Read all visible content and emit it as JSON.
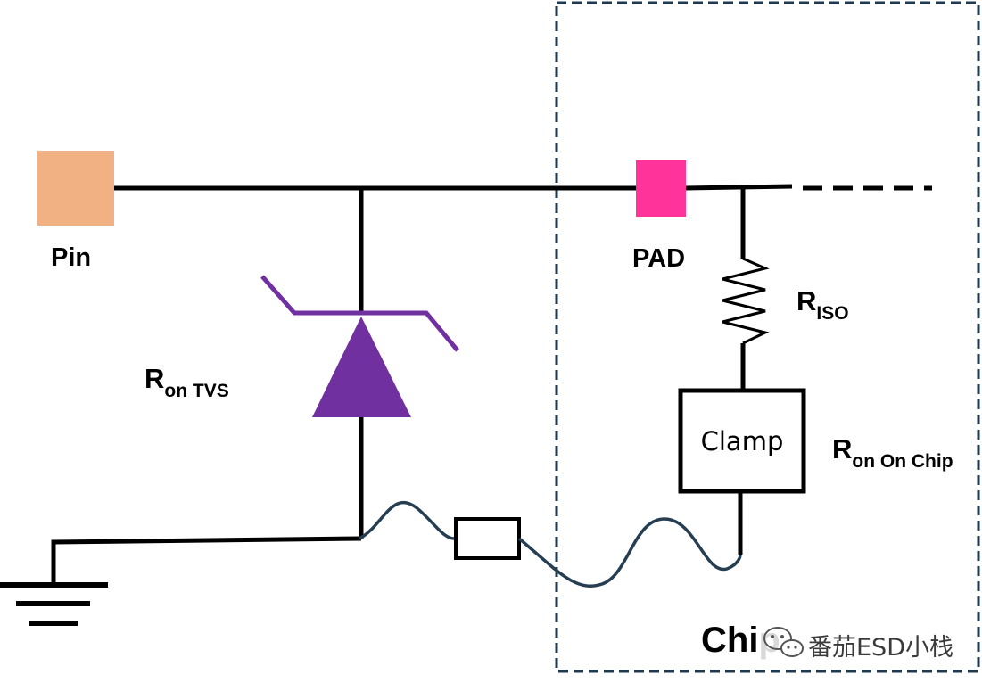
{
  "labels": {
    "pin": "Pin",
    "pad": "PAD",
    "riso_main": "R",
    "riso_sub": "ISO",
    "rontvs_main": "R",
    "rontvs_sub": "on TVS",
    "clamp": "Clamp",
    "ronchip_main": "R",
    "ronchip_sub": "on On Chip",
    "chip": "Chip"
  },
  "watermark": {
    "text": "番茄ESD小栈",
    "icon": "wechat-icon"
  },
  "colors": {
    "pin_pad": "#f2b182",
    "chip_pad": "#ff3399",
    "tvs_diode": "#7030a0",
    "chip_boundary": "#1f3a4f",
    "parasitic_trace": "#263e52",
    "wire": "#000000"
  },
  "icons": {
    "ground": "ground-symbol-icon",
    "tvs": "tvs-diode-icon",
    "resistor": "zigzag-resistor-icon"
  }
}
